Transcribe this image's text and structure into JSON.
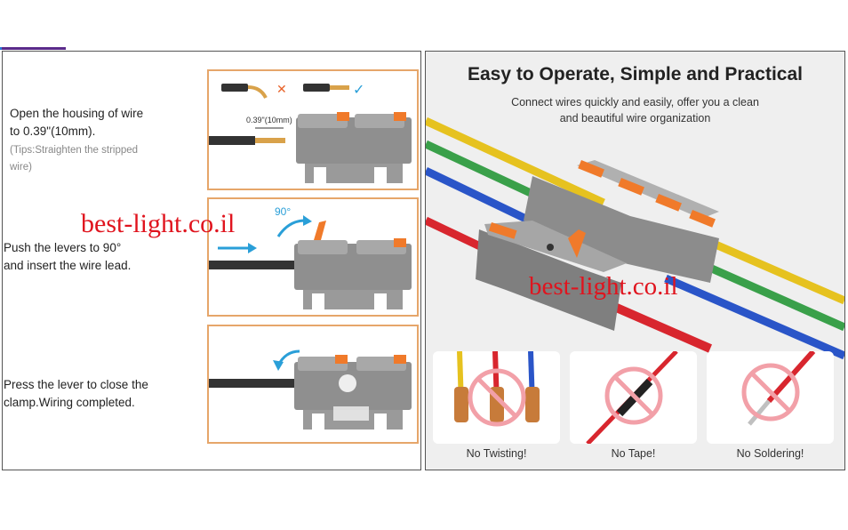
{
  "left": {
    "steps": [
      {
        "text_line1": "Open the housing of wire",
        "text_line2": "to 0.39\"(10mm).",
        "tip_line1": "(Tips:Straighten the stripped",
        "tip_line2": "wire)",
        "measure_label": "0.39\"(10mm)"
      },
      {
        "text_line1": "Push the levers to 90°",
        "text_line2": "and insert the wire lead.",
        "angle_label": "90°"
      },
      {
        "text_line1": "Press the lever to close the",
        "text_line2": "clamp.Wiring completed."
      }
    ],
    "watermark": "best-light.co.il"
  },
  "right": {
    "title": "Easy to Operate, Simple and Practical",
    "subtitle_line1": "Connect wires quickly and easily, offer you a clean",
    "subtitle_line2": "and beautiful wire organization",
    "watermark": "best-light.co.il",
    "cards": [
      {
        "label": "No Twisting!"
      },
      {
        "label": "No Tape!"
      },
      {
        "label": "No Soldering!"
      }
    ]
  },
  "colors": {
    "box_border": "#e6a66a",
    "lever": "#f07a2a",
    "connector": "#8a8a8a",
    "arrow": "#2a9fd8",
    "watermark": "#e0141e",
    "prohibit": "#f2a0a8"
  }
}
